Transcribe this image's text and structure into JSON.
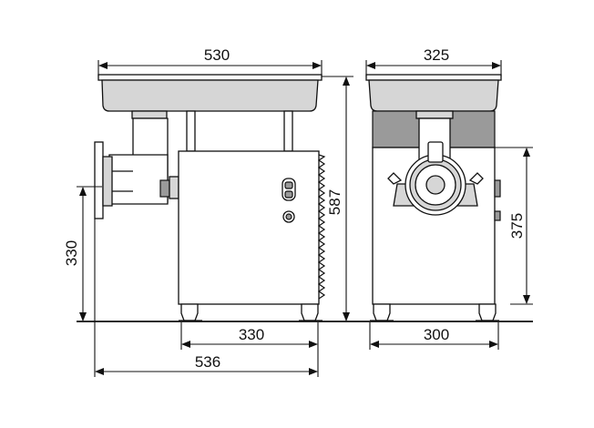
{
  "dimensions": {
    "side_top_width": "530",
    "side_height_total": "587",
    "side_outlet_height": "330",
    "side_base_width": "330",
    "side_total_depth": "536",
    "front_top_width": "325",
    "front_outlet_height": "375",
    "front_base_width": "300"
  }
}
